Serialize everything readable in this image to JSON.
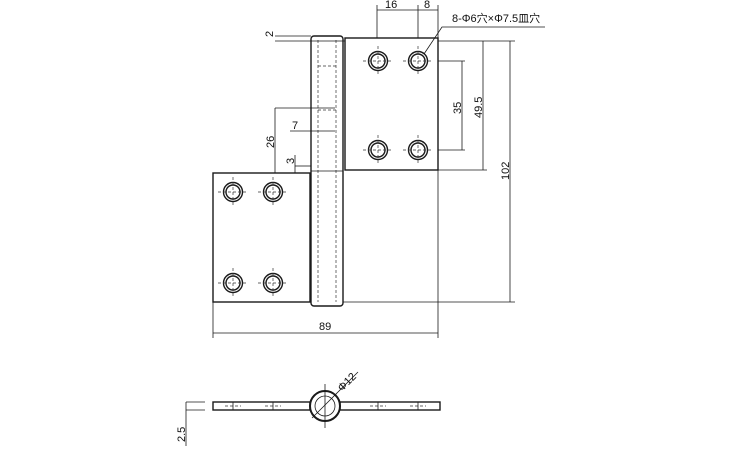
{
  "drawing": {
    "dimensions": {
      "hole_pitch_horizontal": "16",
      "hole_edge_offset": "8",
      "hole_callout": "8-Φ6穴×Φ7.5皿穴",
      "pin_protrusion": "2",
      "hole_pitch_vertical": "35",
      "leaf_height": "49.5",
      "total_height": "102",
      "lower_offset": "26",
      "pin_mark": "7",
      "gap": "3",
      "total_width": "89",
      "pin_diameter": "Φ12",
      "thickness": "2.5"
    }
  }
}
